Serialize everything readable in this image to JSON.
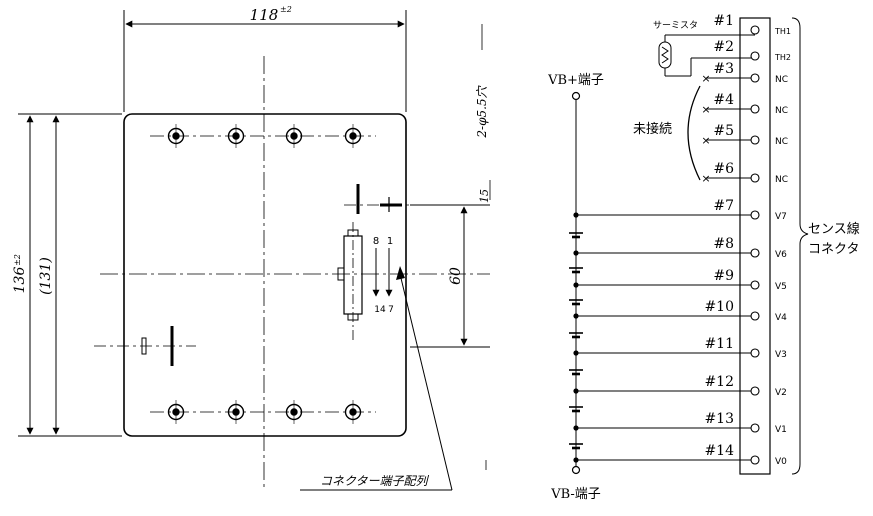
{
  "mechanical": {
    "width_dim": "118",
    "width_tol": "±2",
    "height_dim": "136",
    "height_tol": "±2",
    "inner_height_dim": "(131)",
    "pitch_dim": "60",
    "partial_dim": "15",
    "hole_note": "2-φ5.5穴",
    "pin_label_8": "8",
    "pin_label_1": "1",
    "pin_label_14": "14",
    "pin_label_7": "7",
    "connector_callout": "コネクター端子配列"
  },
  "schematic": {
    "vb_plus": "VB+端子",
    "vb_minus": "VB-端子",
    "thermistor": "サーミスタ",
    "not_connected": "未接続",
    "connector_group_line1": "センス線",
    "connector_group_line2": "コネクタ",
    "pins": [
      {
        "num": "#1",
        "label": "TH1"
      },
      {
        "num": "#2",
        "label": "TH2"
      },
      {
        "num": "#3",
        "label": "NC"
      },
      {
        "num": "#4",
        "label": "NC"
      },
      {
        "num": "#5",
        "label": "NC"
      },
      {
        "num": "#6",
        "label": "NC"
      },
      {
        "num": "#7",
        "label": "V7"
      },
      {
        "num": "#8",
        "label": "V6"
      },
      {
        "num": "#9",
        "label": "V5"
      },
      {
        "num": "#10",
        "label": "V4"
      },
      {
        "num": "#11",
        "label": "V3"
      },
      {
        "num": "#12",
        "label": "V2"
      },
      {
        "num": "#13",
        "label": "V1"
      },
      {
        "num": "#14",
        "label": "V0"
      }
    ]
  }
}
